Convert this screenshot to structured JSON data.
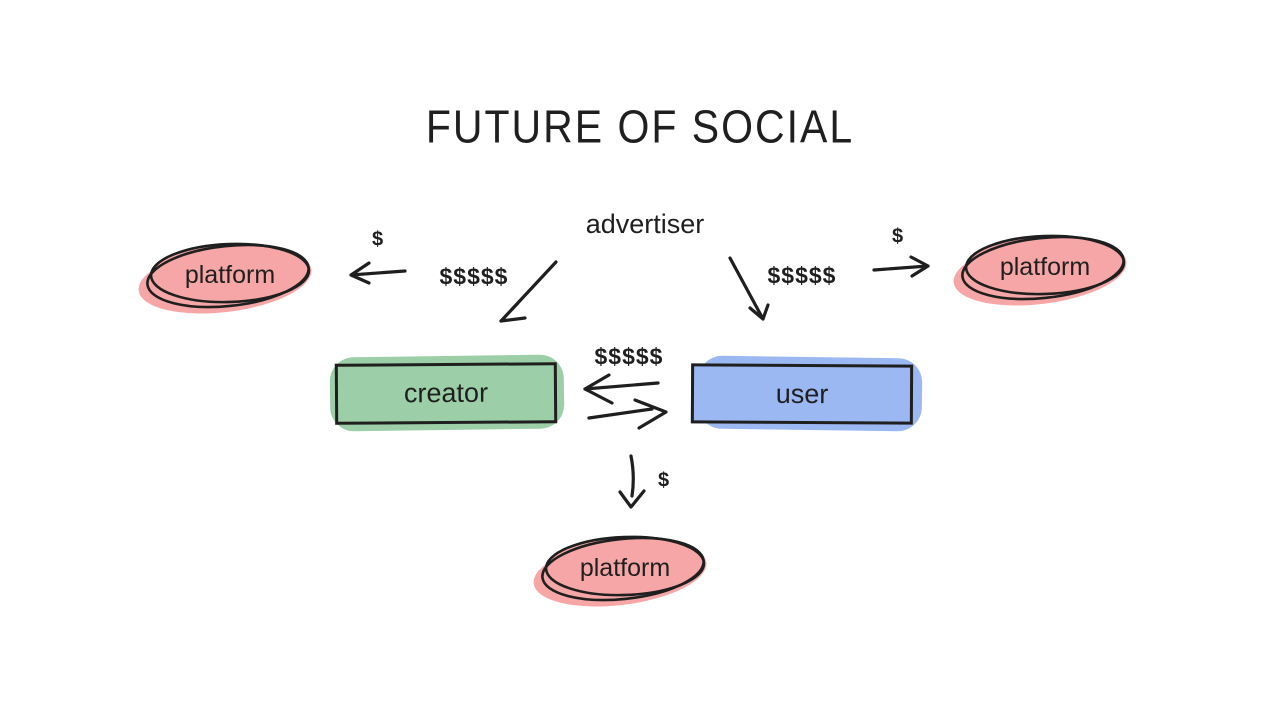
{
  "title": "FUTURE OF SOCIAL",
  "colors": {
    "background": "#ffffff",
    "ink": "#1f1f1f",
    "pink": "#f6a6a6",
    "green": "#9ccfa8",
    "blue": "#9cb8f2"
  },
  "nodes": {
    "advertiser": {
      "label": "advertiser"
    },
    "platform_left": {
      "label": "platform",
      "color": "pink",
      "shape": "ellipse"
    },
    "platform_right": {
      "label": "platform",
      "color": "pink",
      "shape": "ellipse"
    },
    "platform_bottom": {
      "label": "platform",
      "color": "pink",
      "shape": "ellipse"
    },
    "creator": {
      "label": "creator",
      "color": "green",
      "shape": "rectangle"
    },
    "user": {
      "label": "user",
      "color": "blue",
      "shape": "rectangle"
    }
  },
  "edges": {
    "advertiser_to_creator": {
      "from": "advertiser",
      "to": "creator",
      "label": "$$$$$"
    },
    "advertiser_to_user": {
      "from": "advertiser",
      "to": "user",
      "label": "$$$$$"
    },
    "creator_to_platform_left": {
      "from": "creator",
      "to": "platform_left",
      "label": "$"
    },
    "user_to_platform_right": {
      "from": "user",
      "to": "platform_right",
      "label": "$"
    },
    "user_to_creator": {
      "from": "user",
      "to": "creator",
      "label": "$$$$$"
    },
    "creator_to_user": {
      "from": "creator",
      "to": "user",
      "label": ""
    },
    "exchange_to_platform_bottom": {
      "from": "creator",
      "to": "platform_bottom",
      "label": "$"
    }
  }
}
